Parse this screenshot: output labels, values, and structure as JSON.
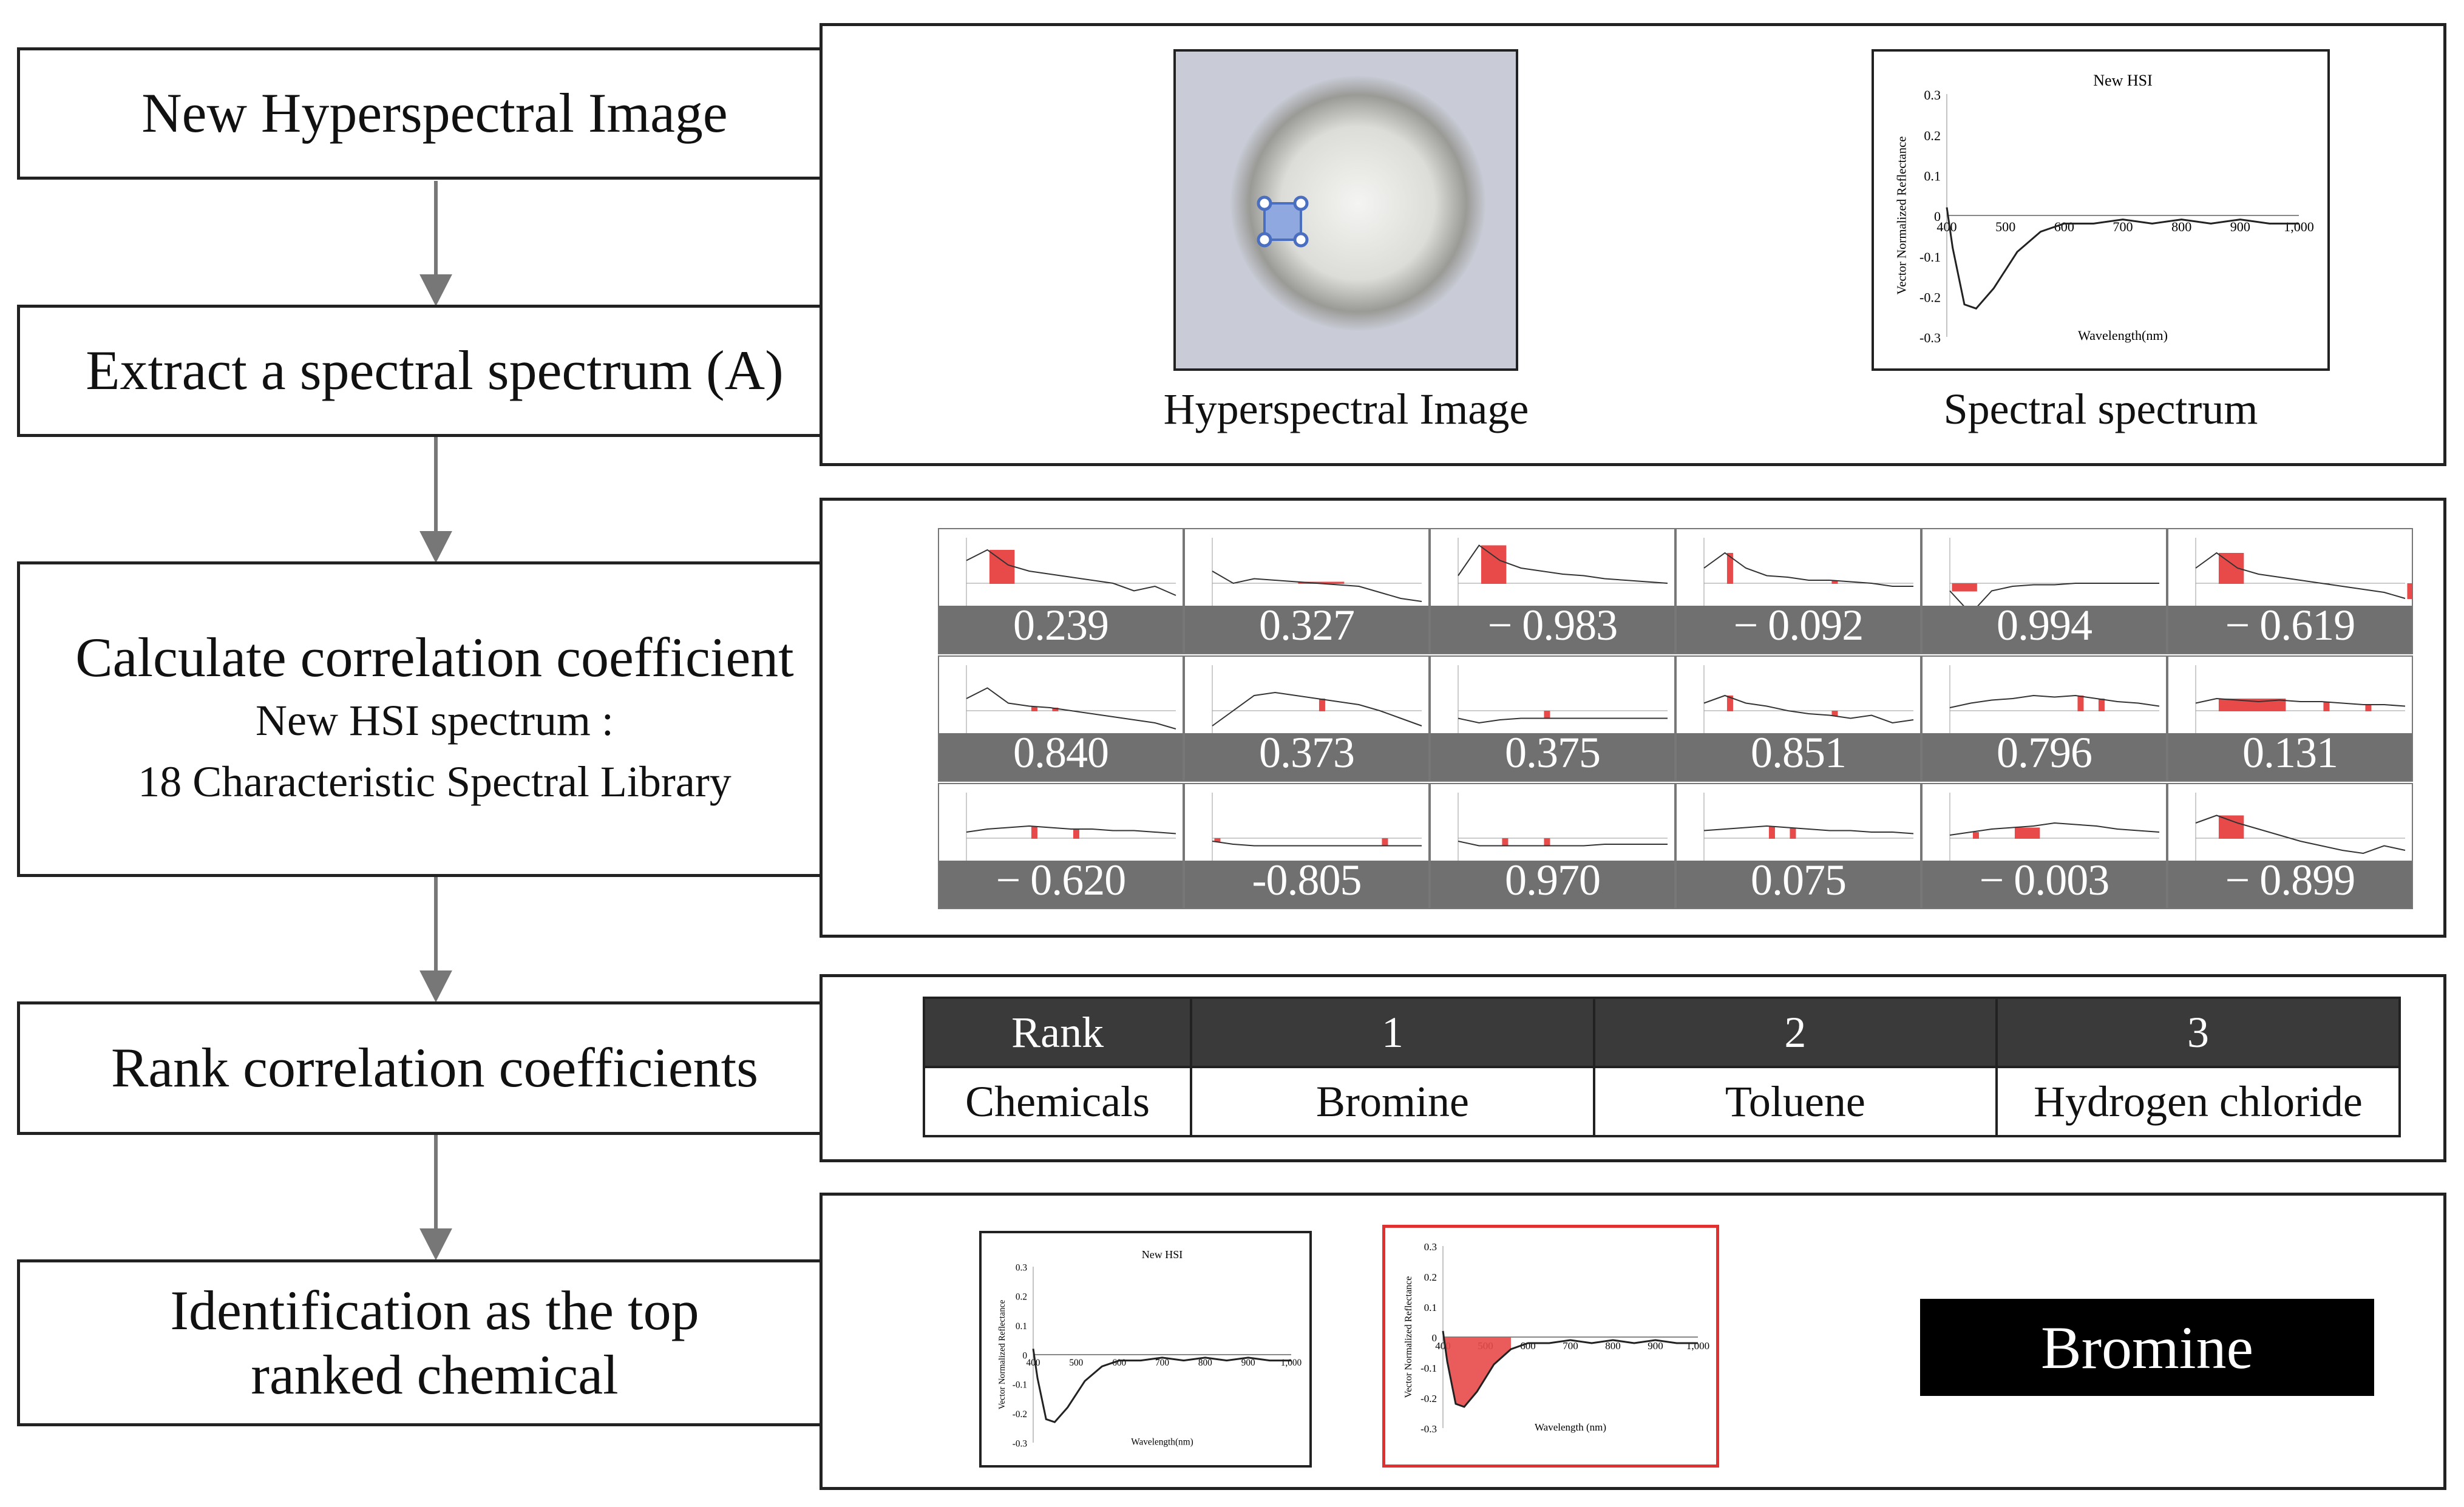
{
  "steps": [
    {
      "main": "New Hyperspectral Image"
    },
    {
      "main": "Extract a spectral spectrum (A)"
    },
    {
      "main": "Calculate correlation coefficient",
      "sub1": "New HSI spectrum :",
      "sub2": "18 Characteristic Spectral Library"
    },
    {
      "main": "Rank correlation coefficients"
    },
    {
      "main": "Identification as the top",
      "main2": "ranked chemical"
    }
  ],
  "panel1": {
    "image_caption": "Hyperspectral Image",
    "spectrum_caption": "Spectral spectrum",
    "chart_title": "New HSI",
    "xlabel": "Wavelength(nm)",
    "ylabel": "Vector Normalized Reflectance"
  },
  "coefficients": [
    "0.239",
    "0.327",
    "− 0.983",
    "− 0.092",
    "0.994",
    "− 0.619",
    "0.840",
    "0.373",
    "0.375",
    "0.851",
    "0.796",
    "0.131",
    "− 0.620",
    "-0.805",
    "0.970",
    "0.075",
    "− 0.003",
    "− 0.899"
  ],
  "rank_table": {
    "header": [
      "Rank",
      "1",
      "2",
      "3"
    ],
    "row": [
      "Chemicals",
      "Bromine",
      "Toluene",
      "Hydrogen chloride"
    ]
  },
  "panel4": {
    "mini_title": "New HSI",
    "mini_xlabel": "Wavelength(nm)",
    "mini_ylabel": "Vector Normalized Reflectance",
    "ref_xlabel": "Wavelength (nm)",
    "ref_ylabel": "Vector Normalized Reflectance",
    "result": "Bromine"
  },
  "chart_data": [
    {
      "type": "line",
      "title": "New HSI",
      "xlabel": "Wavelength(nm)",
      "ylabel": "Vector Normalized Reflectance",
      "xlim": [
        400,
        1000
      ],
      "ylim": [
        -0.3,
        0.3
      ],
      "x_ticks": [
        "400",
        "500",
        "600",
        "700",
        "800",
        "900",
        "1,000"
      ],
      "y_ticks": [
        "0.3",
        "0.2",
        "0.1",
        "0",
        "-0.1",
        "-0.2",
        "-0.3"
      ],
      "x": [
        400,
        410,
        430,
        450,
        480,
        520,
        560,
        600,
        650,
        700,
        750,
        800,
        850,
        900,
        950,
        1000
      ],
      "y": [
        0.02,
        -0.08,
        -0.22,
        -0.23,
        -0.18,
        -0.09,
        -0.04,
        -0.02,
        -0.02,
        -0.01,
        -0.02,
        -0.01,
        -0.02,
        -0.01,
        -0.02,
        -0.02
      ]
    }
  ],
  "colors": {
    "highlight": "#e84a4a",
    "band": "#707070",
    "table_head": "#3a3a3a"
  }
}
